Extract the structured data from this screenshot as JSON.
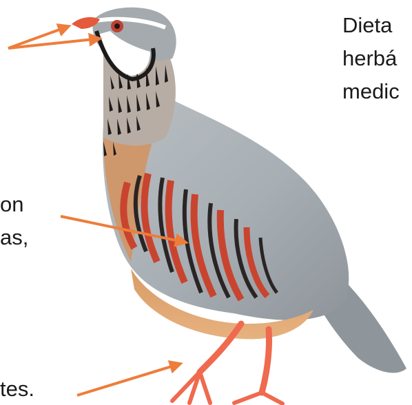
{
  "annotations": {
    "diet_line1": "Dieta",
    "diet_line2": "herbá",
    "diet_line3": "medic",
    "flank_line1": "on",
    "flank_line2": "as,",
    "legs_line": "tes."
  },
  "colors": {
    "arrow": "#EE7D3B",
    "beak": "#E55A3A",
    "leg": "#EF6A4E",
    "body_gray": "#A9B0B4",
    "throat_white": "#FFFFFF",
    "chest_orange": "#D9955C",
    "flank_stripe_red": "#C9442F",
    "flank_stripe_dark": "#2A2524"
  },
  "image": {
    "subject": "red-legged-partridge-illustration"
  }
}
